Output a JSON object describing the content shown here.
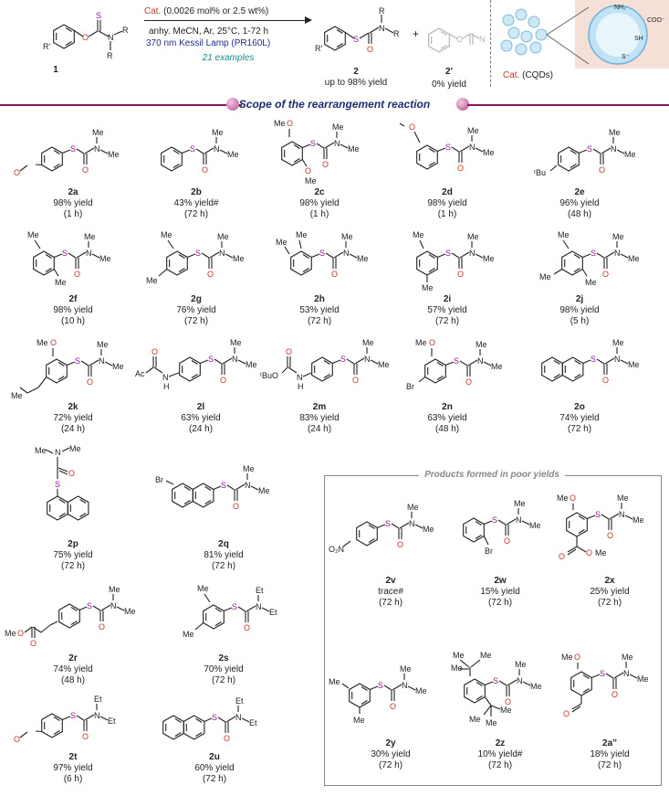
{
  "header": {
    "reactant_label": "1",
    "catalyst_prefix": "Cat.",
    "catalyst_loading": "(0.0026 mol% or 2.5 wt%)",
    "conditions": "anhy. MeCN, Ar, 25°C, 1-72 h",
    "lamp": "370 nm Kessil Lamp (PR160L)",
    "examples": "21 examples",
    "product_label": "2",
    "product_yield": "up to 98% yield",
    "plus": "+",
    "side_label": "2'",
    "side_yield": "0% yield",
    "cat_note_prefix": "Cat.",
    "cat_note": "(CQDs)",
    "cqd_labels": [
      "NH₂",
      "COO⁻",
      "SH",
      "S⁻"
    ]
  },
  "section_title": "Scope of the rearrangement reaction",
  "poor_title": "Products formed in poor yields",
  "atoms": {
    "S": "S",
    "O": "O",
    "N": "N",
    "Me": "Me",
    "Et": "Et",
    "R": "R",
    "Rp": "R'",
    "tBu": "ᵗBu",
    "Br": "Br",
    "Ac": "Ac",
    "H": "H",
    "tBuO": "ᵗBuO",
    "O2N": "O₂N"
  },
  "compounds": [
    {
      "id": "2a",
      "yield": "98% yield",
      "time": "(1 h)"
    },
    {
      "id": "2b",
      "yield": "43% yield#",
      "time": "(72 h)"
    },
    {
      "id": "2c",
      "yield": "98% yield",
      "time": "(1 h)"
    },
    {
      "id": "2d",
      "yield": "98% yield",
      "time": "(1 h)"
    },
    {
      "id": "2e",
      "yield": "96% yield",
      "time": "(48 h)"
    },
    {
      "id": "2f",
      "yield": "98% yield",
      "time": "(10 h)"
    },
    {
      "id": "2g",
      "yield": "76% yield",
      "time": "(72 h)"
    },
    {
      "id": "2h",
      "yield": "53% yield",
      "time": "(72 h)"
    },
    {
      "id": "2i",
      "yield": "57% yield",
      "time": "(72 h)"
    },
    {
      "id": "2j",
      "yield": "98% yield",
      "time": "(5 h)"
    },
    {
      "id": "2k",
      "yield": "72% yield",
      "time": "(24 h)"
    },
    {
      "id": "2l",
      "yield": "63% yield",
      "time": "(24 h)"
    },
    {
      "id": "2m",
      "yield": "83% yield",
      "time": "(24 h)"
    },
    {
      "id": "2n",
      "yield": "63% yield",
      "time": "(48 h)"
    },
    {
      "id": "2o",
      "yield": "74% yield",
      "time": "(72 h)"
    },
    {
      "id": "2p",
      "yield": "75% yield",
      "time": "(72 h)"
    },
    {
      "id": "2q",
      "yield": "81% yield",
      "time": "(72 h)"
    },
    {
      "id": "2r",
      "yield": "74% yield",
      "time": "(48 h)"
    },
    {
      "id": "2s",
      "yield": "70% yield",
      "time": "(72 h)"
    },
    {
      "id": "2t",
      "yield": "97% yield",
      "time": "(6 h)"
    },
    {
      "id": "2u",
      "yield": "60% yield",
      "time": "(72 h)"
    },
    {
      "id": "2v",
      "yield": "trace#",
      "time": "(72 h)"
    },
    {
      "id": "2w",
      "yield": "15%  yield",
      "time": "(72 h)"
    },
    {
      "id": "2x",
      "yield": "25% yield",
      "time": "(72 h)"
    },
    {
      "id": "2y",
      "yield": "30% yield",
      "time": "(72 h)"
    },
    {
      "id": "2z",
      "yield": "10% yield#",
      "time": "(72 h)"
    },
    {
      "id": "2a''",
      "yield": "18% yield",
      "time": "(72 h)"
    }
  ],
  "colors": {
    "catalyst": "#c0392b",
    "lamp": "#1f2d8b",
    "examples": "#1a8c8c",
    "sulfur": "#8b1a8b",
    "oxygen": "#c0392b",
    "band": "#8b1a5a"
  }
}
